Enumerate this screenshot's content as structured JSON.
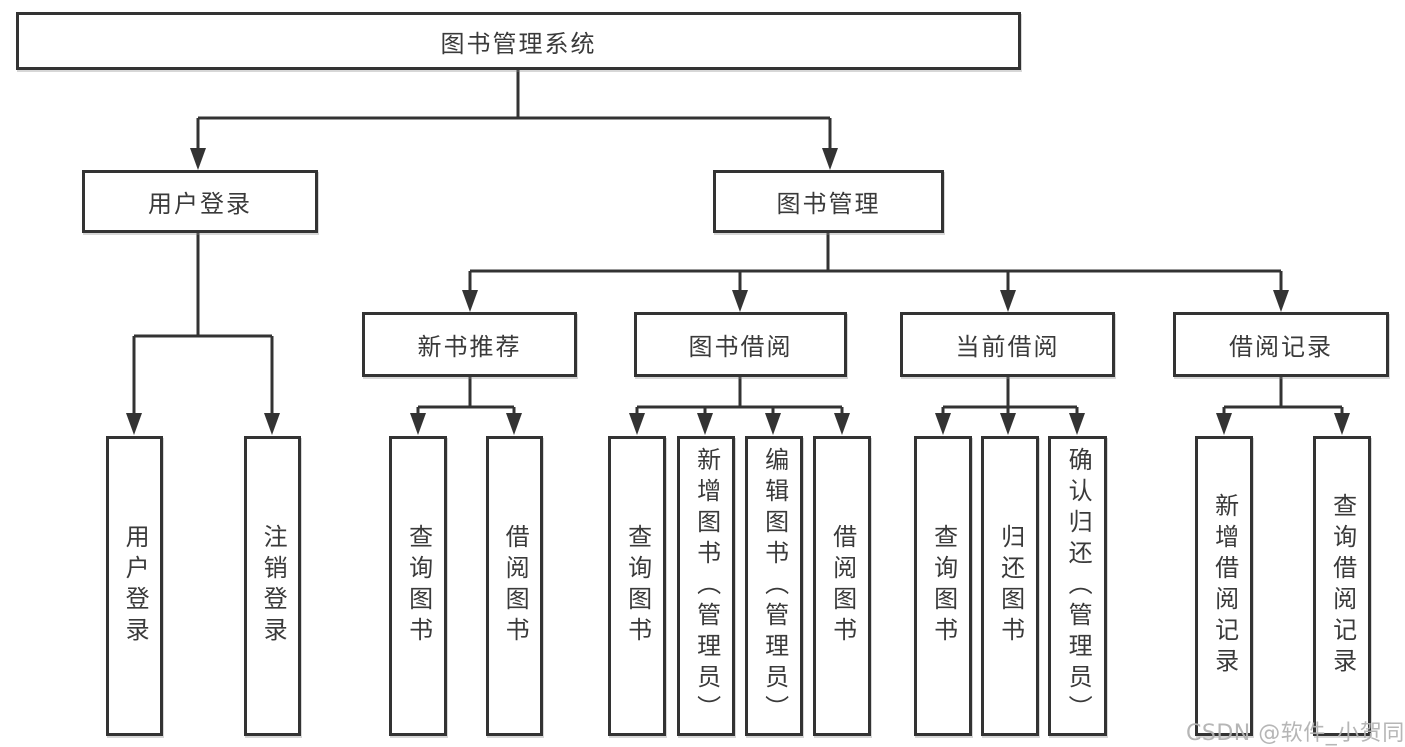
{
  "tree": {
    "root": "图书管理系统",
    "level2": [
      {
        "label": "用户登录",
        "children": [
          "用户登录",
          "注销登录"
        ]
      },
      {
        "label": "图书管理",
        "children": [
          {
            "label": "新书推荐",
            "children": [
              "查询图书",
              "借阅图书"
            ]
          },
          {
            "label": "图书借阅",
            "children": [
              "查询图书",
              "新增图书（管理员）",
              "编辑图书（管理员）",
              "借阅图书"
            ]
          },
          {
            "label": "当前借阅",
            "children": [
              "查询图书",
              "归还图书",
              "确认归还（管理员）"
            ]
          },
          {
            "label": "借阅记录",
            "children": [
              "新增借阅记录",
              "查询借阅记录"
            ]
          }
        ]
      }
    ]
  },
  "watermark": "CSDN @软件_小贺同学",
  "colors": {
    "line": "#333333",
    "box_border": "#333333",
    "box_fill": "#ffffff",
    "text": "#3a3a3a",
    "watermark": "#b2b2b2",
    "background": "#ffffff"
  }
}
